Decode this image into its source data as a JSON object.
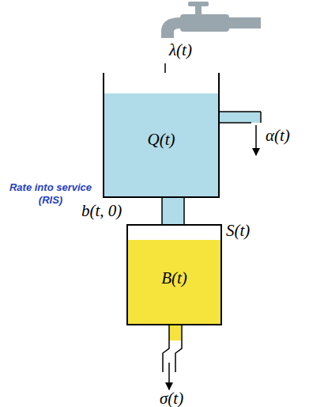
{
  "diagram": {
    "nodes": [
      {
        "text": [
          "Q(t)"
        ]
      },
      {
        "text": [
          "B(t)"
        ]
      }
    ],
    "edges": [
      {
        "from": 0,
        "to": 1,
        "arrow": "none"
      }
    ],
    "labels": [
      "λ(t)",
      "α(t)",
      "Rate into service (RIS)",
      "b(t, 0)",
      "S(t)",
      "σ(t)"
    ]
  }
}
